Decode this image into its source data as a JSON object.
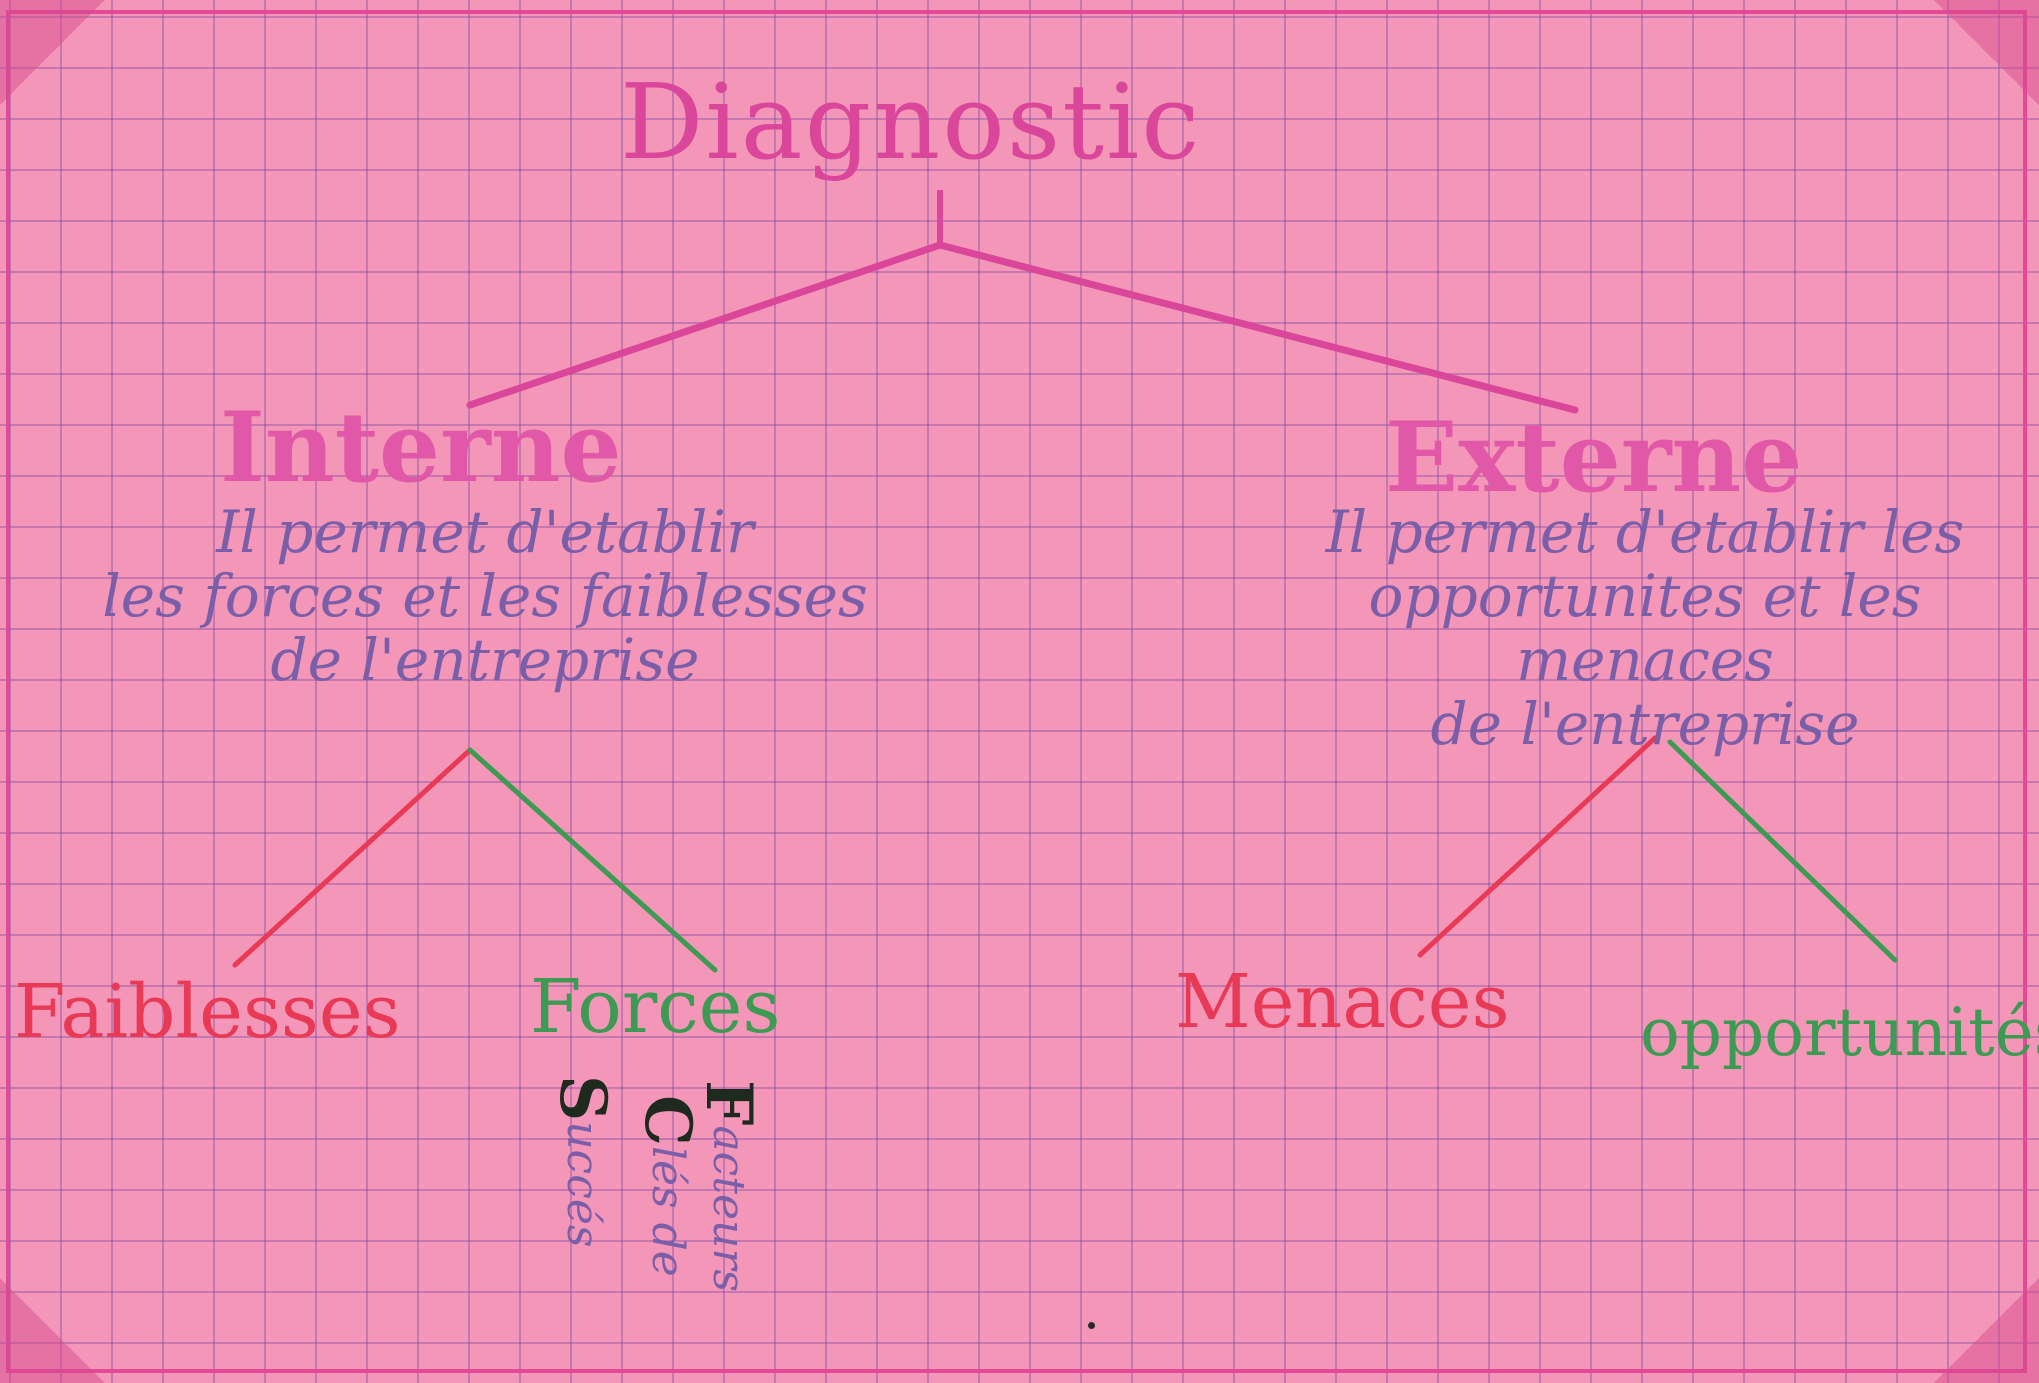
{
  "title": "Diagnostic",
  "internal": {
    "heading": "Interne",
    "description": [
      "Il permet d'etablir",
      "les forces et les faiblesses",
      "de l'entreprise"
    ],
    "weaknesses_label": "Faiblesses",
    "strengths_label": "Forces",
    "key_success_factors": [
      {
        "initial": "F",
        "rest": "acteurs"
      },
      {
        "initial": "C",
        "rest": "lés de"
      },
      {
        "initial": "S",
        "rest": "uccés"
      }
    ]
  },
  "external": {
    "heading": "Externe",
    "description": [
      "Il permet d'etablir les",
      "opportunites et les menaces",
      "de l'entreprise"
    ],
    "threats_label": "Menaces",
    "opportunities_label": "opportunités"
  },
  "colors": {
    "background": "#f496b8",
    "grid": "#7846a0",
    "heading": "#e058a7",
    "description_ink": "#7a5fa8",
    "negative": "#e83a56",
    "positive": "#3d9a52"
  }
}
